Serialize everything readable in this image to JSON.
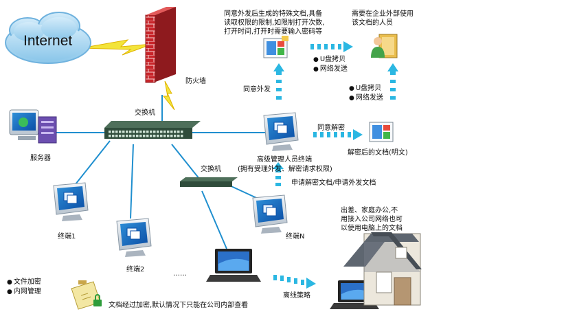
{
  "internet": {
    "label": "Internet"
  },
  "firewall": {
    "label": "防火墙"
  },
  "switch_main": {
    "label": "交换机"
  },
  "switch_sub": {
    "label": "交换机"
  },
  "server": {
    "label": "服务器"
  },
  "terminal1": {
    "label": "终端1"
  },
  "terminal2": {
    "label": "终端2"
  },
  "terminalN": {
    "label": "终端N"
  },
  "ellipsis": "……",
  "admin": {
    "label_line1": "高级管理人员终端",
    "label_line2": "(拥有受理外发、解密请求权限)"
  },
  "outsend_doc": {
    "note": "同意外发后生成的特殊文档,具备读取权限的限制,如限制打开次数,打开时间,打开时需要输入密码等"
  },
  "external_user": {
    "note": "需要在企业外部使用该文档的人员"
  },
  "decrypted_doc": {
    "label": "解密后的文档(明文)"
  },
  "flows": {
    "approve_outsend": "同意外发",
    "approve_decrypt": "同意解密",
    "request": "申请解密文档/申请外发文档",
    "offline": "离线策略"
  },
  "transfer_top": [
    "U盘拷贝",
    "网络发送"
  ],
  "transfer_right": [
    "U盘拷贝",
    "网络发送"
  ],
  "features": [
    "文件加密",
    "内网管理"
  ],
  "encrypt_note": "文档经过加密,默认情况下只能在公司内部查看",
  "home_note": "出差、家庭办公,不用接入公司网络也可以使用电脑上的文档",
  "colors": {
    "arrow": "#2bb7e2",
    "link": "#1f8fcf",
    "brick": "#c8252a",
    "cloud": "#9ed2ef"
  }
}
